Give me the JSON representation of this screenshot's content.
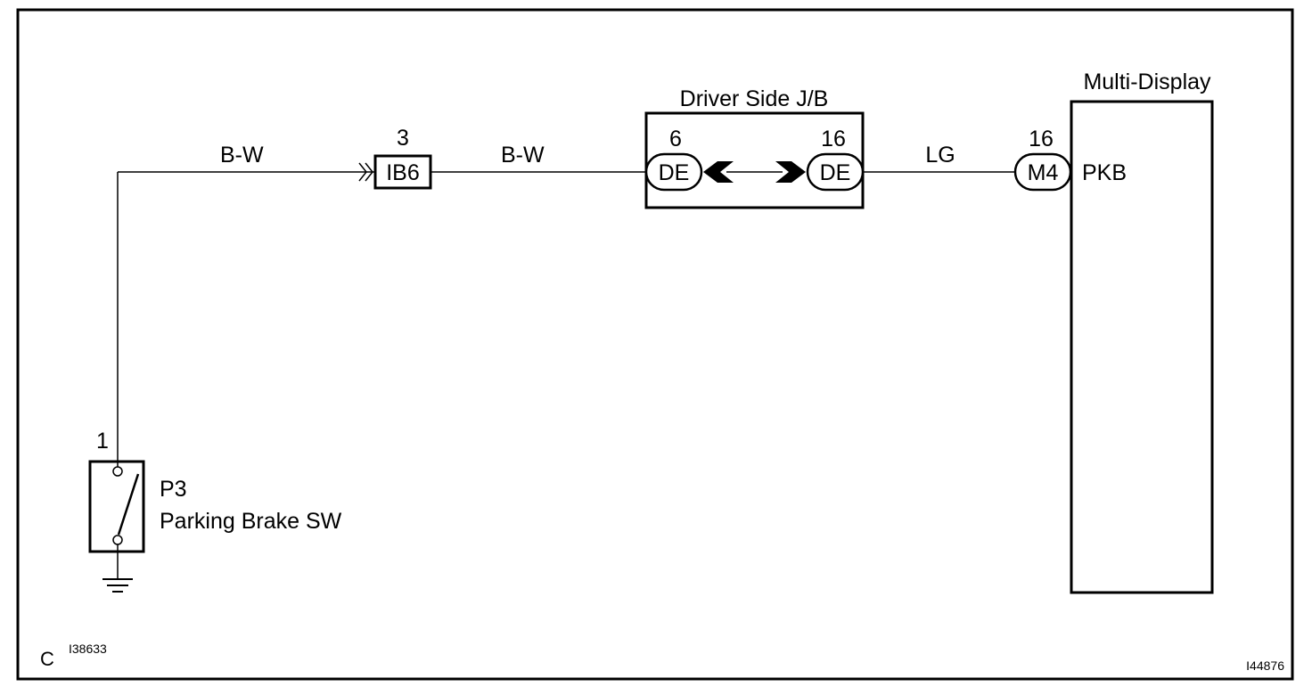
{
  "colors": {
    "line": "#000000",
    "background": "#ffffff"
  },
  "parking_brake_switch": {
    "pin": "1",
    "connector": "P3",
    "name": "Parking Brake SW"
  },
  "wire_1": {
    "color_code": "B-W"
  },
  "junction_connector": {
    "pin": "3",
    "connector": "IB6"
  },
  "wire_2": {
    "color_code": "B-W"
  },
  "driver_side_jb": {
    "title": "Driver Side J/B",
    "left_terminal": {
      "pin": "6",
      "connector": "DE"
    },
    "right_terminal": {
      "pin": "16",
      "connector": "DE"
    }
  },
  "wire_3": {
    "color_code": "LG"
  },
  "multi_display": {
    "title": "Multi-Display",
    "pin": "16",
    "connector": "M4",
    "terminal": "PKB"
  },
  "footer": {
    "section_letter": "C",
    "figure_code": "I38633",
    "page_code": "I44876"
  }
}
